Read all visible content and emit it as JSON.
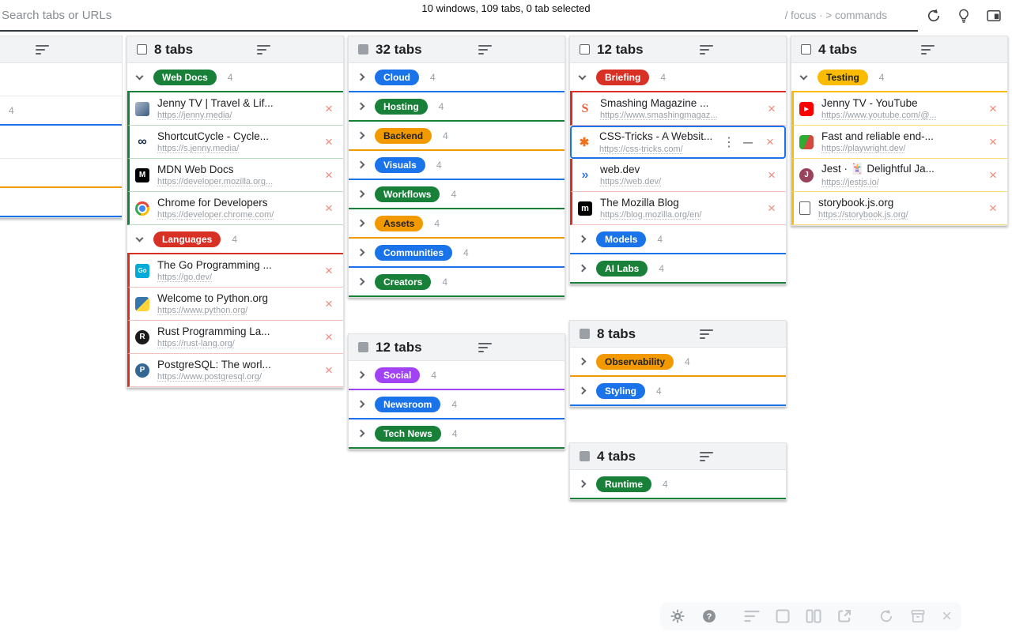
{
  "topbar": {
    "search": {
      "placeholder": "Search tabs or URLs",
      "value": ""
    },
    "status": "10 windows, 109 tabs, 0 tab selected",
    "hint": "/ focus · > commands",
    "icons": [
      "sync-icon",
      "lightbulb-icon",
      "popup-window-icon"
    ]
  },
  "palette": {
    "green": "#188038",
    "red": "#d93025",
    "blue": "#1a73e8",
    "orange": "#f29900",
    "yellow": "#fabb05",
    "purple": "#a142f4",
    "close": "#ee8877",
    "selected_border": "#1a73e8"
  },
  "w0": {
    "group_count": "4"
  },
  "w1": {
    "title": "8 tabs",
    "groups": [
      {
        "label": "Web Docs",
        "count": "4",
        "color": "green",
        "expanded": true,
        "tabs": [
          {
            "title": "Jenny TV | Travel & Lif...",
            "url": "https://jenny.media/",
            "favicon": "jenny-photo-favicon"
          },
          {
            "title": "ShortcutCycle - Cycle...",
            "url": "https://s.jenny.media/",
            "favicon": "infinity-favicon"
          },
          {
            "title": "MDN Web Docs",
            "url": "https://developer.mozilla.org...",
            "favicon": "mdn-favicon"
          },
          {
            "title": "Chrome for Developers",
            "url": "https://developer.chrome.com/",
            "favicon": "chrome-favicon"
          }
        ]
      },
      {
        "label": "Languages",
        "count": "4",
        "color": "red",
        "expanded": true,
        "tabs": [
          {
            "title": "The Go Programming ...",
            "url": "https://go.dev/",
            "favicon": "go-favicon"
          },
          {
            "title": "Welcome to Python.org",
            "url": "https://www.python.org/",
            "favicon": "python-favicon"
          },
          {
            "title": "Rust Programming La...",
            "url": "https://rust-lang.org/",
            "favicon": "rust-favicon"
          },
          {
            "title": "PostgreSQL: The worl...",
            "url": "https://www.postgresql.org/",
            "favicon": "postgresql-favicon"
          }
        ]
      }
    ]
  },
  "w2a": {
    "title": "32 tabs",
    "groups": [
      {
        "label": "Cloud",
        "count": "4",
        "color": "blue",
        "expanded": false
      },
      {
        "label": "Hosting",
        "count": "4",
        "color": "green",
        "expanded": false
      },
      {
        "label": "Backend",
        "count": "4",
        "color": "orange",
        "expanded": false
      },
      {
        "label": "Visuals",
        "count": "4",
        "color": "blue",
        "expanded": false
      },
      {
        "label": "Workflows",
        "count": "4",
        "color": "green",
        "expanded": false
      },
      {
        "label": "Assets",
        "count": "4",
        "color": "orange",
        "expanded": false
      },
      {
        "label": "Communities",
        "count": "4",
        "color": "blue",
        "expanded": false
      },
      {
        "label": "Creators",
        "count": "4",
        "color": "green",
        "expanded": false
      }
    ]
  },
  "w2b": {
    "title": "12 tabs",
    "groups": [
      {
        "label": "Social",
        "count": "4",
        "color": "purple",
        "expanded": false
      },
      {
        "label": "Newsroom",
        "count": "4",
        "color": "blue",
        "expanded": false
      },
      {
        "label": "Tech News",
        "count": "4",
        "color": "green",
        "expanded": false
      }
    ]
  },
  "w3a": {
    "title": "12 tabs",
    "groups": [
      {
        "label": "Briefing",
        "count": "4",
        "color": "red",
        "expanded": true,
        "tabs": [
          {
            "title": "Smashing Magazine ...",
            "url": "https://www.smashingmagaz...",
            "favicon": "smashing-magazine-favicon"
          },
          {
            "title": "CSS-Tricks - A Websit...",
            "url": "https://css-tricks.com/",
            "favicon": "css-tricks-favicon",
            "selected": true
          },
          {
            "title": "web.dev",
            "url": "https://web.dev/",
            "favicon": "webdev-favicon"
          },
          {
            "title": "The Mozilla Blog",
            "url": "https://blog.mozilla.org/en/",
            "favicon": "mozilla-favicon"
          }
        ]
      },
      {
        "label": "Models",
        "count": "4",
        "color": "blue",
        "expanded": false
      },
      {
        "label": "AI Labs",
        "count": "4",
        "color": "green",
        "expanded": false
      }
    ]
  },
  "w3b": {
    "title": "8 tabs",
    "groups": [
      {
        "label": "Observability",
        "count": "4",
        "color": "orange",
        "expanded": false
      },
      {
        "label": "Styling",
        "count": "4",
        "color": "blue",
        "expanded": false
      }
    ]
  },
  "w3c": {
    "title": "4 tabs",
    "groups": [
      {
        "label": "Runtime",
        "count": "4",
        "color": "green",
        "expanded": false
      }
    ]
  },
  "w4": {
    "title": "4 tabs",
    "groups": [
      {
        "label": "Testing",
        "count": "4",
        "color": "yellow",
        "expanded": true,
        "tabs": [
          {
            "title": "Jenny TV - YouTube",
            "url": "https://www.youtube.com/@...",
            "favicon": "youtube-favicon"
          },
          {
            "title": "Fast and reliable end-...",
            "url": "https://playwright.dev/",
            "favicon": "playwright-favicon"
          },
          {
            "title": "Jest · 🃏 Delightful Ja...",
            "url": "https://jestjs.io/",
            "favicon": "jest-favicon"
          },
          {
            "title": "storybook.js.org",
            "url": "https://storybook.js.org/",
            "favicon": "document-favicon"
          }
        ]
      }
    ]
  },
  "toolbar": {
    "icons": [
      "settings-gear-icon",
      "help-icon",
      "sort-icon",
      "window-frame-icon",
      "columns-icon",
      "open-in-new-icon",
      "refresh-icon",
      "archive-trash-icon",
      "close-icon"
    ]
  }
}
